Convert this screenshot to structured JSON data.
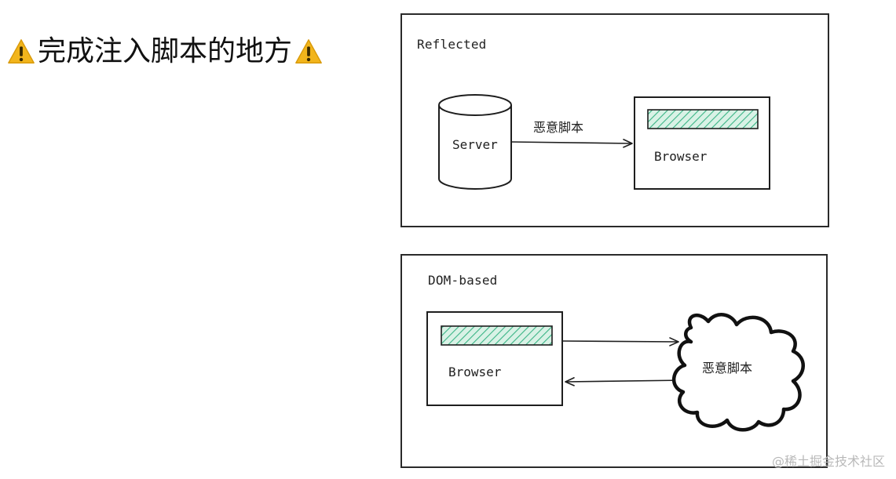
{
  "heading": {
    "text": "完成注入脚本的地方",
    "icon_left": "warning-icon",
    "icon_right": "warning-icon"
  },
  "reflected_panel": {
    "title": "Reflected",
    "server_label": "Server",
    "browser_label": "Browser",
    "arrow_label": "恶意脚本"
  },
  "dom_panel": {
    "title": "DOM-based",
    "browser_label": "Browser",
    "cloud_label": "恶意脚本"
  },
  "colors": {
    "hatch": "#3bb586",
    "hatch_bg": "#d9f2e6",
    "stroke": "#1e1e1e",
    "warning": "#f2b51c"
  },
  "watermark": "@稀土掘金技术社区"
}
